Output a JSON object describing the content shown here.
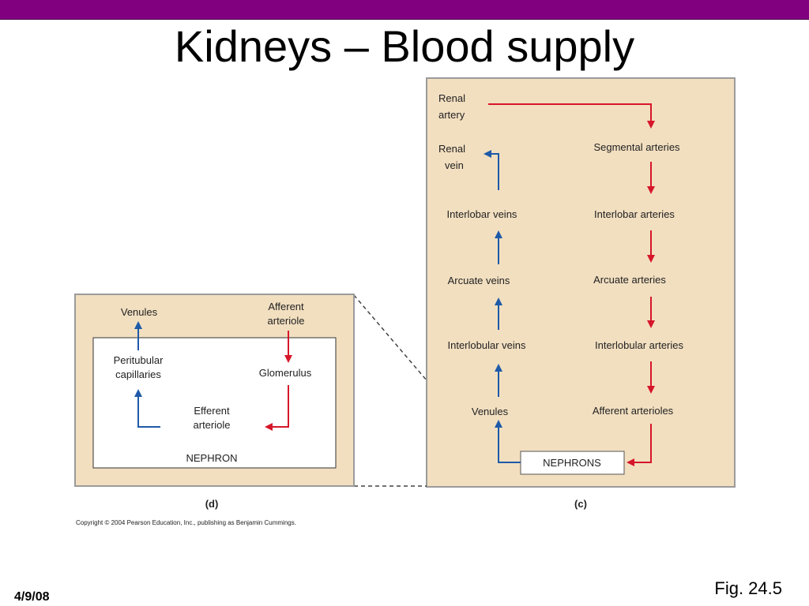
{
  "slide": {
    "title": "Kidneys – Blood supply",
    "date": "4/9/08",
    "fig_ref": "Fig. 24.5"
  },
  "colors": {
    "header_bar": "#800080",
    "panel_fill": "#f2dfc0",
    "artery_red": "#d6162a",
    "vein_blue": "#1e5aa8"
  },
  "panel_c": {
    "letter": "(c)",
    "renal_artery": [
      "Renal",
      "artery"
    ],
    "renal_vein": [
      "Renal",
      "vein"
    ],
    "artery_path": [
      "Segmental arteries",
      "Interlobar arteries",
      "Arcuate arteries",
      "Interlobular arteries",
      "Afferent arterioles"
    ],
    "vein_path": [
      "Interlobar veins",
      "Arcuate veins",
      "Interlobular veins",
      "Venules"
    ],
    "nephrons": "NEPHRONS"
  },
  "panel_d": {
    "letter": "(d)",
    "venules": "Venules",
    "afferent": [
      "Afferent",
      "arteriole"
    ],
    "peritubular": [
      "Peritubular",
      "capillaries"
    ],
    "glomerulus": "Glomerulus",
    "efferent": [
      "Efferent",
      "arteriole"
    ],
    "nephron": "NEPHRON"
  },
  "copyright": "Copyright © 2004 Pearson Education, Inc., publishing as Benjamin Cummings."
}
